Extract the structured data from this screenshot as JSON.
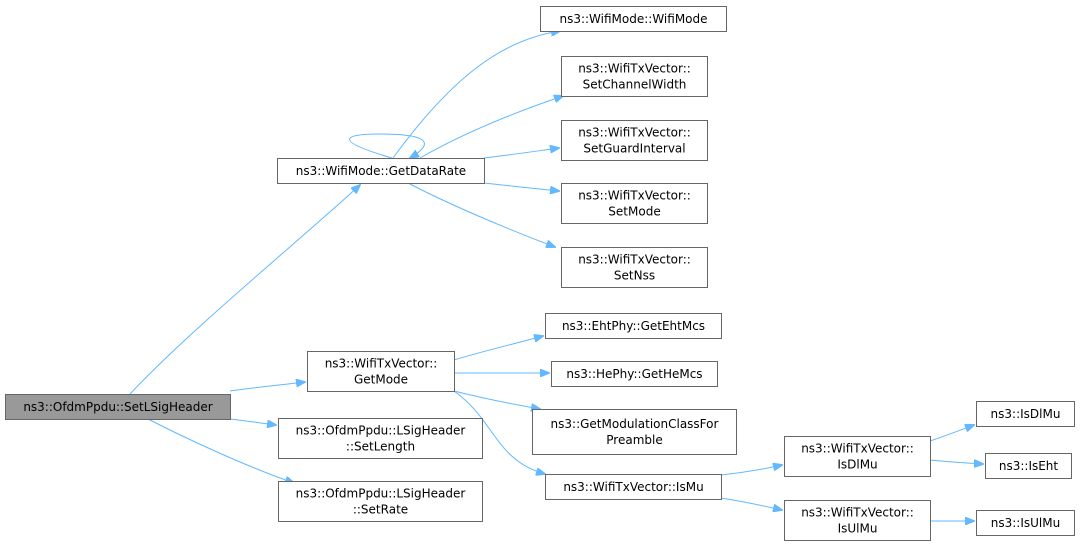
{
  "graph": {
    "nodes": [
      {
        "id": "setlsigheader",
        "lines": [
          "ns3::OfdmPpdu::SetLSigHeader"
        ],
        "root": true
      },
      {
        "id": "getdatarate",
        "lines": [
          "ns3::WifiMode::GetDataRate"
        ]
      },
      {
        "id": "wifimode",
        "lines": [
          "ns3::WifiMode::WifiMode"
        ]
      },
      {
        "id": "setchannelwidth",
        "lines": [
          "ns3::WifiTxVector::",
          "SetChannelWidth"
        ]
      },
      {
        "id": "setguardinterval",
        "lines": [
          "ns3::WifiTxVector::",
          "SetGuardInterval"
        ]
      },
      {
        "id": "setmode",
        "lines": [
          "ns3::WifiTxVector::",
          "SetMode"
        ]
      },
      {
        "id": "setnss",
        "lines": [
          "ns3::WifiTxVector::",
          "SetNss"
        ]
      },
      {
        "id": "getmode",
        "lines": [
          "ns3::WifiTxVector::",
          "GetMode"
        ]
      },
      {
        "id": "getehtmcs",
        "lines": [
          "ns3::EhtPhy::GetEhtMcs"
        ]
      },
      {
        "id": "gethemcs",
        "lines": [
          "ns3::HePhy::GetHeMcs"
        ]
      },
      {
        "id": "getmodclass",
        "lines": [
          "ns3::GetModulationClassFor",
          "Preamble"
        ]
      },
      {
        "id": "ismu",
        "lines": [
          "ns3::WifiTxVector::IsMu"
        ]
      },
      {
        "id": "txisdlmu",
        "lines": [
          "ns3::WifiTxVector::",
          "IsDlMu"
        ]
      },
      {
        "id": "txisulmu",
        "lines": [
          "ns3::WifiTxVector::",
          "IsUlMu"
        ]
      },
      {
        "id": "isdlmu",
        "lines": [
          "ns3::IsDlMu"
        ]
      },
      {
        "id": "iseht",
        "lines": [
          "ns3::IsEht"
        ]
      },
      {
        "id": "isulmu",
        "lines": [
          "ns3::IsUlMu"
        ]
      },
      {
        "id": "setlength",
        "lines": [
          "ns3::OfdmPpdu::LSigHeader",
          "::SetLength"
        ]
      },
      {
        "id": "setrate",
        "lines": [
          "ns3::OfdmPpdu::LSigHeader",
          "::SetRate"
        ]
      }
    ],
    "edges": [
      {
        "from": "setlsigheader",
        "to": "getdatarate"
      },
      {
        "from": "setlsigheader",
        "to": "getmode"
      },
      {
        "from": "setlsigheader",
        "to": "setlength"
      },
      {
        "from": "setlsigheader",
        "to": "setrate"
      },
      {
        "from": "getdatarate",
        "to": "getdatarate"
      },
      {
        "from": "getdatarate",
        "to": "wifimode"
      },
      {
        "from": "getdatarate",
        "to": "setchannelwidth"
      },
      {
        "from": "getdatarate",
        "to": "setguardinterval"
      },
      {
        "from": "getdatarate",
        "to": "setmode"
      },
      {
        "from": "getdatarate",
        "to": "setnss"
      },
      {
        "from": "getmode",
        "to": "getehtmcs"
      },
      {
        "from": "getmode",
        "to": "gethemcs"
      },
      {
        "from": "getmode",
        "to": "getmodclass"
      },
      {
        "from": "getmode",
        "to": "ismu"
      },
      {
        "from": "ismu",
        "to": "txisdlmu"
      },
      {
        "from": "ismu",
        "to": "txisulmu"
      },
      {
        "from": "txisdlmu",
        "to": "isdlmu"
      },
      {
        "from": "txisdlmu",
        "to": "iseht"
      },
      {
        "from": "txisulmu",
        "to": "isulmu"
      }
    ],
    "colors": {
      "edge": "#63b8ff",
      "node_border": "#666666",
      "root_fill": "#999999",
      "node_fill": "#ffffff"
    }
  }
}
